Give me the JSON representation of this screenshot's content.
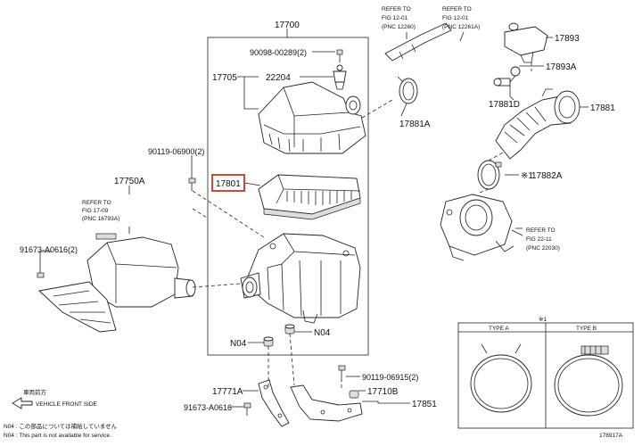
{
  "labels": {
    "p17700": "17700",
    "p90098": "90098-00289(2)",
    "p17705": "17705",
    "p22204": "22204",
    "p17801": "17801",
    "p90119a": "90119-06900(2)",
    "p17750a": "17750A",
    "p91673a": "91673-A0616(2)",
    "p91673b": "91673-A0616",
    "p17881a": "17881A",
    "p17893": "17893",
    "p17893a": "17893A",
    "p17881d": "17881D",
    "p17881": "17881",
    "p17882a": "17882A",
    "pN04a": "N04",
    "pN04b": "N04",
    "p90119b": "90119-06915(2)",
    "p17771a": "17771A",
    "p17710b": "17710B",
    "p17851": "17851"
  },
  "refs": {
    "r1": {
      "l1": "REFER TO",
      "l2": "FIG 12-01",
      "l3": "(PNC 12260)"
    },
    "r2": {
      "l1": "REFER TO",
      "l2": "FIG 12-01",
      "l3": "(PNC 12261A)"
    },
    "r3": {
      "l1": "REFER TO",
      "l2": "FIG 17-09",
      "l3": "(PNC 16793A)"
    },
    "r4": {
      "l1": "REFER TO",
      "l2": "FIG 22-11",
      "l3": "(PNC 22030)"
    }
  },
  "clamp_box": {
    "note": "※1",
    "type_a": "TYPE A",
    "type_b": "TYPE B"
  },
  "footer": {
    "front_jp": "車両前方",
    "front_en": "VEHICLE FRONT SIDE",
    "n04_jp": "N04 : この部品については補給していません",
    "n04_en": "N04 : This part is not available for service.",
    "fig_id": "178917A"
  },
  "colors": {
    "highlight": "#c0392b"
  }
}
